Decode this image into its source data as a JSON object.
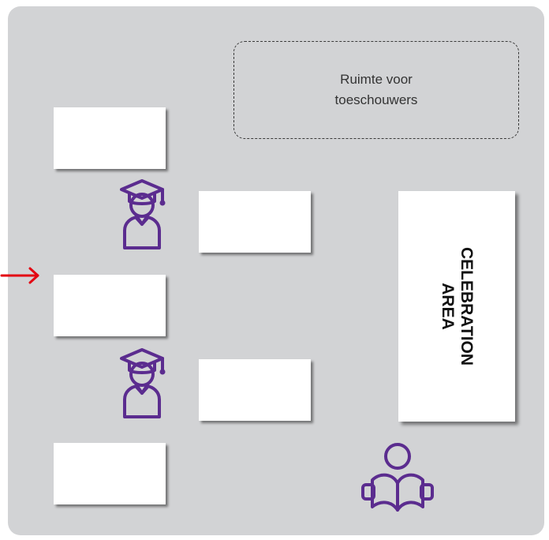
{
  "colors": {
    "room_background": "#d2d3d5",
    "icon_purple": "#5b2c8f",
    "arrow_red": "#e30613"
  },
  "spectator_area": {
    "line1": "Ruimte voor",
    "line2": "toeschouwers"
  },
  "celebration_area": {
    "line1": "CELEBRATION",
    "line2": "AREA"
  },
  "icons": {
    "graduate": "graduate-icon",
    "reader": "reader-icon",
    "arrow": "entrance-arrow-icon"
  }
}
